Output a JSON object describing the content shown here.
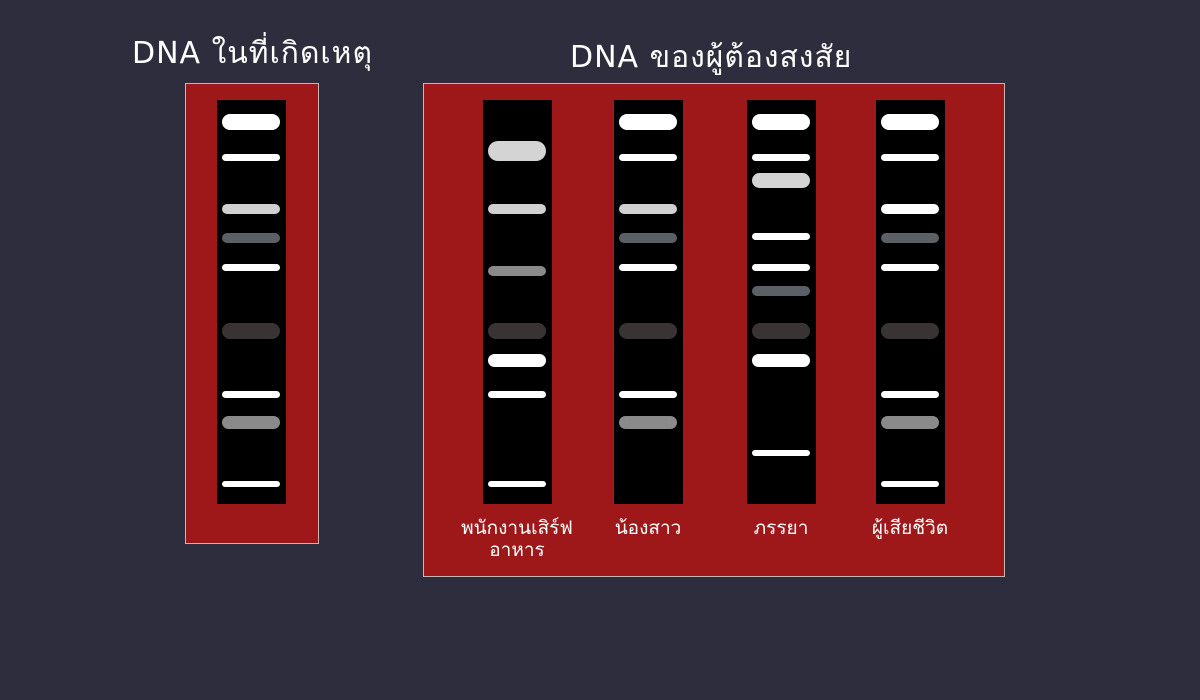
{
  "titles": {
    "scene": "DNA ในที่เกิดเหตุ",
    "suspects": "DNA ของผู้ต้องสงสัย"
  },
  "colors": {
    "background": "#2e2d3d",
    "panel": "#9e1719",
    "lane": "#000000",
    "band_white": "#ffffff",
    "band_light_gray": "#d4d4d4",
    "band_gray": "#8a8a8a",
    "band_slate": "#5b6066",
    "band_dark": "#3a3333"
  },
  "lanes": [
    {
      "label": "",
      "bands": [
        {
          "pos": 122,
          "w": 58,
          "h": 16,
          "color": "#ffffff"
        },
        {
          "pos": 157,
          "w": 58,
          "h": 7,
          "color": "#ffffff"
        },
        {
          "pos": 209,
          "w": 58,
          "h": 10,
          "color": "#d0d0d0"
        },
        {
          "pos": 238,
          "w": 58,
          "h": 10,
          "color": "#5b6066"
        },
        {
          "pos": 267,
          "w": 58,
          "h": 7,
          "color": "#ffffff"
        },
        {
          "pos": 331,
          "w": 58,
          "h": 16,
          "color": "#3a3333"
        },
        {
          "pos": 394,
          "w": 58,
          "h": 7,
          "color": "#ffffff"
        },
        {
          "pos": 422,
          "w": 58,
          "h": 13,
          "color": "#8a8a8a"
        },
        {
          "pos": 484,
          "w": 58,
          "h": 6,
          "color": "#ffffff"
        }
      ]
    },
    {
      "label": "พนักงานเสิร์ฟ\nอาหาร",
      "bands": [
        {
          "pos": 151,
          "w": 58,
          "h": 20,
          "color": "#d4d4d4"
        },
        {
          "pos": 209,
          "w": 58,
          "h": 10,
          "color": "#d0d0d0"
        },
        {
          "pos": 271,
          "w": 58,
          "h": 10,
          "color": "#8a8a8a"
        },
        {
          "pos": 331,
          "w": 58,
          "h": 16,
          "color": "#3a3333"
        },
        {
          "pos": 360,
          "w": 58,
          "h": 13,
          "color": "#ffffff"
        },
        {
          "pos": 394,
          "w": 58,
          "h": 7,
          "color": "#ffffff"
        },
        {
          "pos": 484,
          "w": 58,
          "h": 6,
          "color": "#ffffff"
        }
      ]
    },
    {
      "label": "น้องสาว",
      "bands": [
        {
          "pos": 122,
          "w": 58,
          "h": 16,
          "color": "#ffffff"
        },
        {
          "pos": 157,
          "w": 58,
          "h": 7,
          "color": "#ffffff"
        },
        {
          "pos": 209,
          "w": 58,
          "h": 10,
          "color": "#d0d0d0"
        },
        {
          "pos": 238,
          "w": 58,
          "h": 10,
          "color": "#5b6066"
        },
        {
          "pos": 267,
          "w": 58,
          "h": 7,
          "color": "#ffffff"
        },
        {
          "pos": 331,
          "w": 58,
          "h": 16,
          "color": "#3a3333"
        },
        {
          "pos": 394,
          "w": 58,
          "h": 7,
          "color": "#ffffff"
        },
        {
          "pos": 422,
          "w": 58,
          "h": 13,
          "color": "#8a8a8a"
        }
      ]
    },
    {
      "label": "ภรรยา",
      "bands": [
        {
          "pos": 122,
          "w": 58,
          "h": 16,
          "color": "#ffffff"
        },
        {
          "pos": 157,
          "w": 58,
          "h": 7,
          "color": "#ffffff"
        },
        {
          "pos": 180,
          "w": 58,
          "h": 15,
          "color": "#d4d4d4"
        },
        {
          "pos": 236,
          "w": 58,
          "h": 7,
          "color": "#ffffff"
        },
        {
          "pos": 267,
          "w": 58,
          "h": 7,
          "color": "#ffffff"
        },
        {
          "pos": 291,
          "w": 58,
          "h": 10,
          "color": "#5b6066"
        },
        {
          "pos": 331,
          "w": 58,
          "h": 16,
          "color": "#3a3333"
        },
        {
          "pos": 360,
          "w": 58,
          "h": 13,
          "color": "#ffffff"
        },
        {
          "pos": 453,
          "w": 58,
          "h": 6,
          "color": "#ffffff"
        }
      ]
    },
    {
      "label": "ผู้เสียชีวิต",
      "bands": [
        {
          "pos": 122,
          "w": 58,
          "h": 16,
          "color": "#ffffff"
        },
        {
          "pos": 157,
          "w": 58,
          "h": 7,
          "color": "#ffffff"
        },
        {
          "pos": 209,
          "w": 58,
          "h": 10,
          "color": "#ffffff"
        },
        {
          "pos": 238,
          "w": 58,
          "h": 10,
          "color": "#5b6066"
        },
        {
          "pos": 267,
          "w": 58,
          "h": 7,
          "color": "#ffffff"
        },
        {
          "pos": 331,
          "w": 58,
          "h": 16,
          "color": "#3a3333"
        },
        {
          "pos": 394,
          "w": 58,
          "h": 7,
          "color": "#ffffff"
        },
        {
          "pos": 422,
          "w": 58,
          "h": 13,
          "color": "#8a8a8a"
        },
        {
          "pos": 484,
          "w": 58,
          "h": 6,
          "color": "#ffffff"
        }
      ]
    }
  ]
}
